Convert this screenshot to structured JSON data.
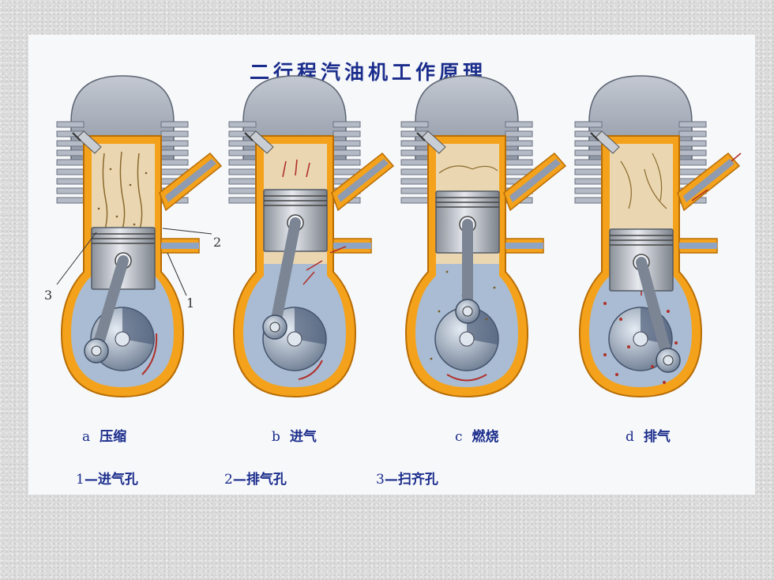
{
  "title": "二行程汽油机工作原理",
  "stages": [
    {
      "letter": "a",
      "name": "压缩"
    },
    {
      "letter": "b",
      "name": "进气"
    },
    {
      "letter": "c",
      "name": "燃烧"
    },
    {
      "letter": "d",
      "name": "排气"
    }
  ],
  "callouts": [
    "1",
    "2",
    "3"
  ],
  "legend": [
    {
      "num": "1",
      "sep": "—",
      "label": "进气孔"
    },
    {
      "num": "2",
      "sep": "—",
      "label": "排气孔"
    },
    {
      "num": "3",
      "sep": "—",
      "label": "扫齐孔"
    }
  ],
  "colors": {
    "title_blue": "#1b2d8c",
    "orange": "#f4a21b",
    "cylinder_head_gray": "#a9b0bc",
    "crankcase_blue": "#a9bcd3",
    "combustion_beige": "#ead7b2",
    "piston_silver": "#c8ccd2"
  }
}
